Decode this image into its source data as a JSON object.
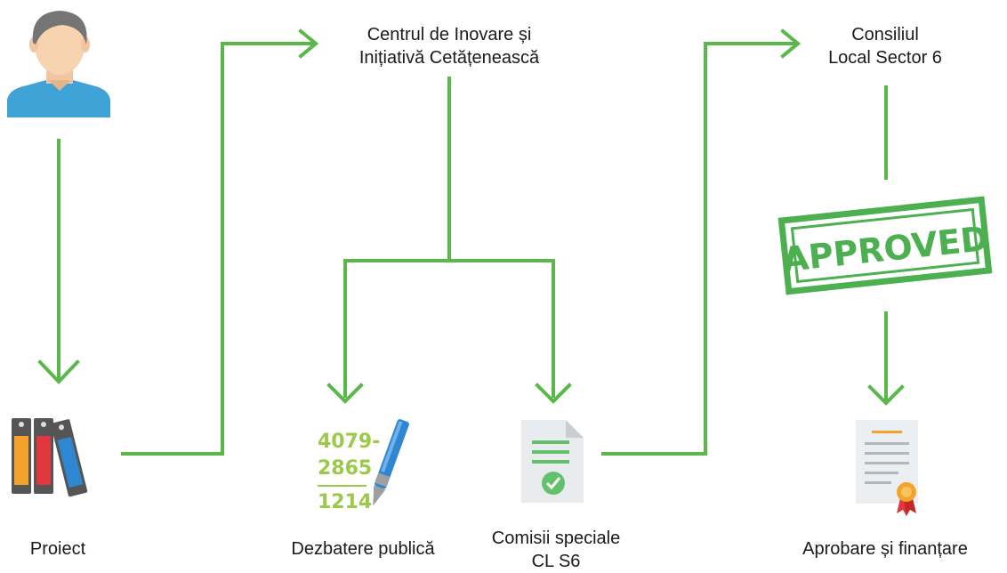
{
  "colors": {
    "line": "#5ab84b",
    "stamp": "#4caf50"
  },
  "nodes": {
    "centru": {
      "line1": "Centrul de Inovare și",
      "line2": "Inițiativă Cetățenească"
    },
    "consiliu": {
      "line1": "Consiliul",
      "line2": "Local Sector 6"
    },
    "proiect": {
      "label": "Proiect"
    },
    "dezbatere": {
      "label": "Dezbatere publică"
    },
    "comisii": {
      "line1": "Comisii speciale",
      "line2": "CL S6"
    },
    "aprobare": {
      "label": "Aprobare și finanțare"
    }
  },
  "stamp": {
    "text": "APPROVED"
  },
  "calc": {
    "line1": "4079-",
    "line2": "2865",
    "line3": "1214"
  },
  "icons": [
    "user-icon",
    "binders-icon",
    "calculation-pen-icon",
    "document-check-icon",
    "approved-stamp-icon",
    "certificate-icon"
  ]
}
